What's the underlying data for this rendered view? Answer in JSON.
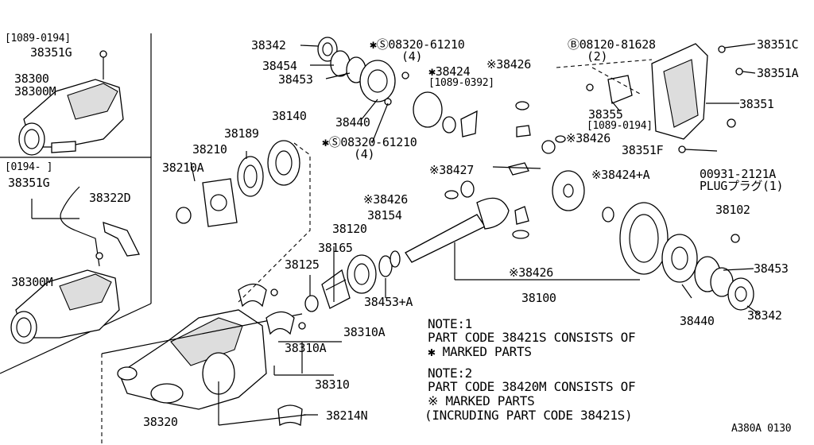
{
  "labels": {
    "range_1089_0194_a": "[1089-0194]",
    "p38351G_a": "38351G",
    "p38300": "38300",
    "p38300M_a": "38300M",
    "range_0194": "[0194-     ]",
    "p38351G_b": "38351G",
    "p38322D": "38322D",
    "p38300M_b": "38300M",
    "p38342_a": "38342",
    "p38454": "38454",
    "p38453_a": "38453",
    "star_s_bolt_a": "✱Ⓢ08320-61210",
    "qty4_a": "(4)",
    "star_38424": "✱38424",
    "range_1089_0392": "[1089-0392]",
    "x38426_a": "※38426",
    "b_bolt": "Ⓑ08120-81628",
    "qty2": "(2)",
    "p38351C": "38351C",
    "p38351A": "38351A",
    "p38351": "38351",
    "p38355": "38355",
    "range_1089_0194_b": "[1089-0194]",
    "x38426_b": "※38426",
    "p38351F": "38351F",
    "p38440_a": "38440",
    "star_s_bolt_b": "✱Ⓢ08320-61210",
    "qty4_b": "(4)",
    "p38140": "38140",
    "p38189": "38189",
    "p38210": "38210",
    "p38210A": "38210A",
    "x38427": "※38427",
    "x38424A": "※38424+A",
    "plug_code": "00931-2121A",
    "plug_text": "PLUGプラグ(1)",
    "x38426_c": "※38426",
    "p38154": "38154",
    "p38120": "38120",
    "p38102": "38102",
    "p38165": "38165",
    "p38125": "38125",
    "x38426_d": "※38426",
    "p38453_b": "38453",
    "p38453A": "38453+A",
    "p38100": "38100",
    "p38440_b": "38440",
    "p38342_b": "38342",
    "p38310A_a": "38310A",
    "p38310A_b": "38310A",
    "p38310": "38310",
    "p38320": "38320",
    "p38214N": "38214N"
  },
  "notes": {
    "note1_title": "NOTE:1",
    "note1_line1": "PART CODE 38421S CONSISTS OF",
    "note1_line2": "✱ MARKED PARTS",
    "note2_title": "NOTE:2",
    "note2_line1": "PART CODE 38420M CONSISTS OF",
    "note2_line2": "※ MARKED PARTS",
    "note2_line3": "(INCRUDING PART  CODE 38421S)"
  },
  "drawing_code": "A380A 0130"
}
